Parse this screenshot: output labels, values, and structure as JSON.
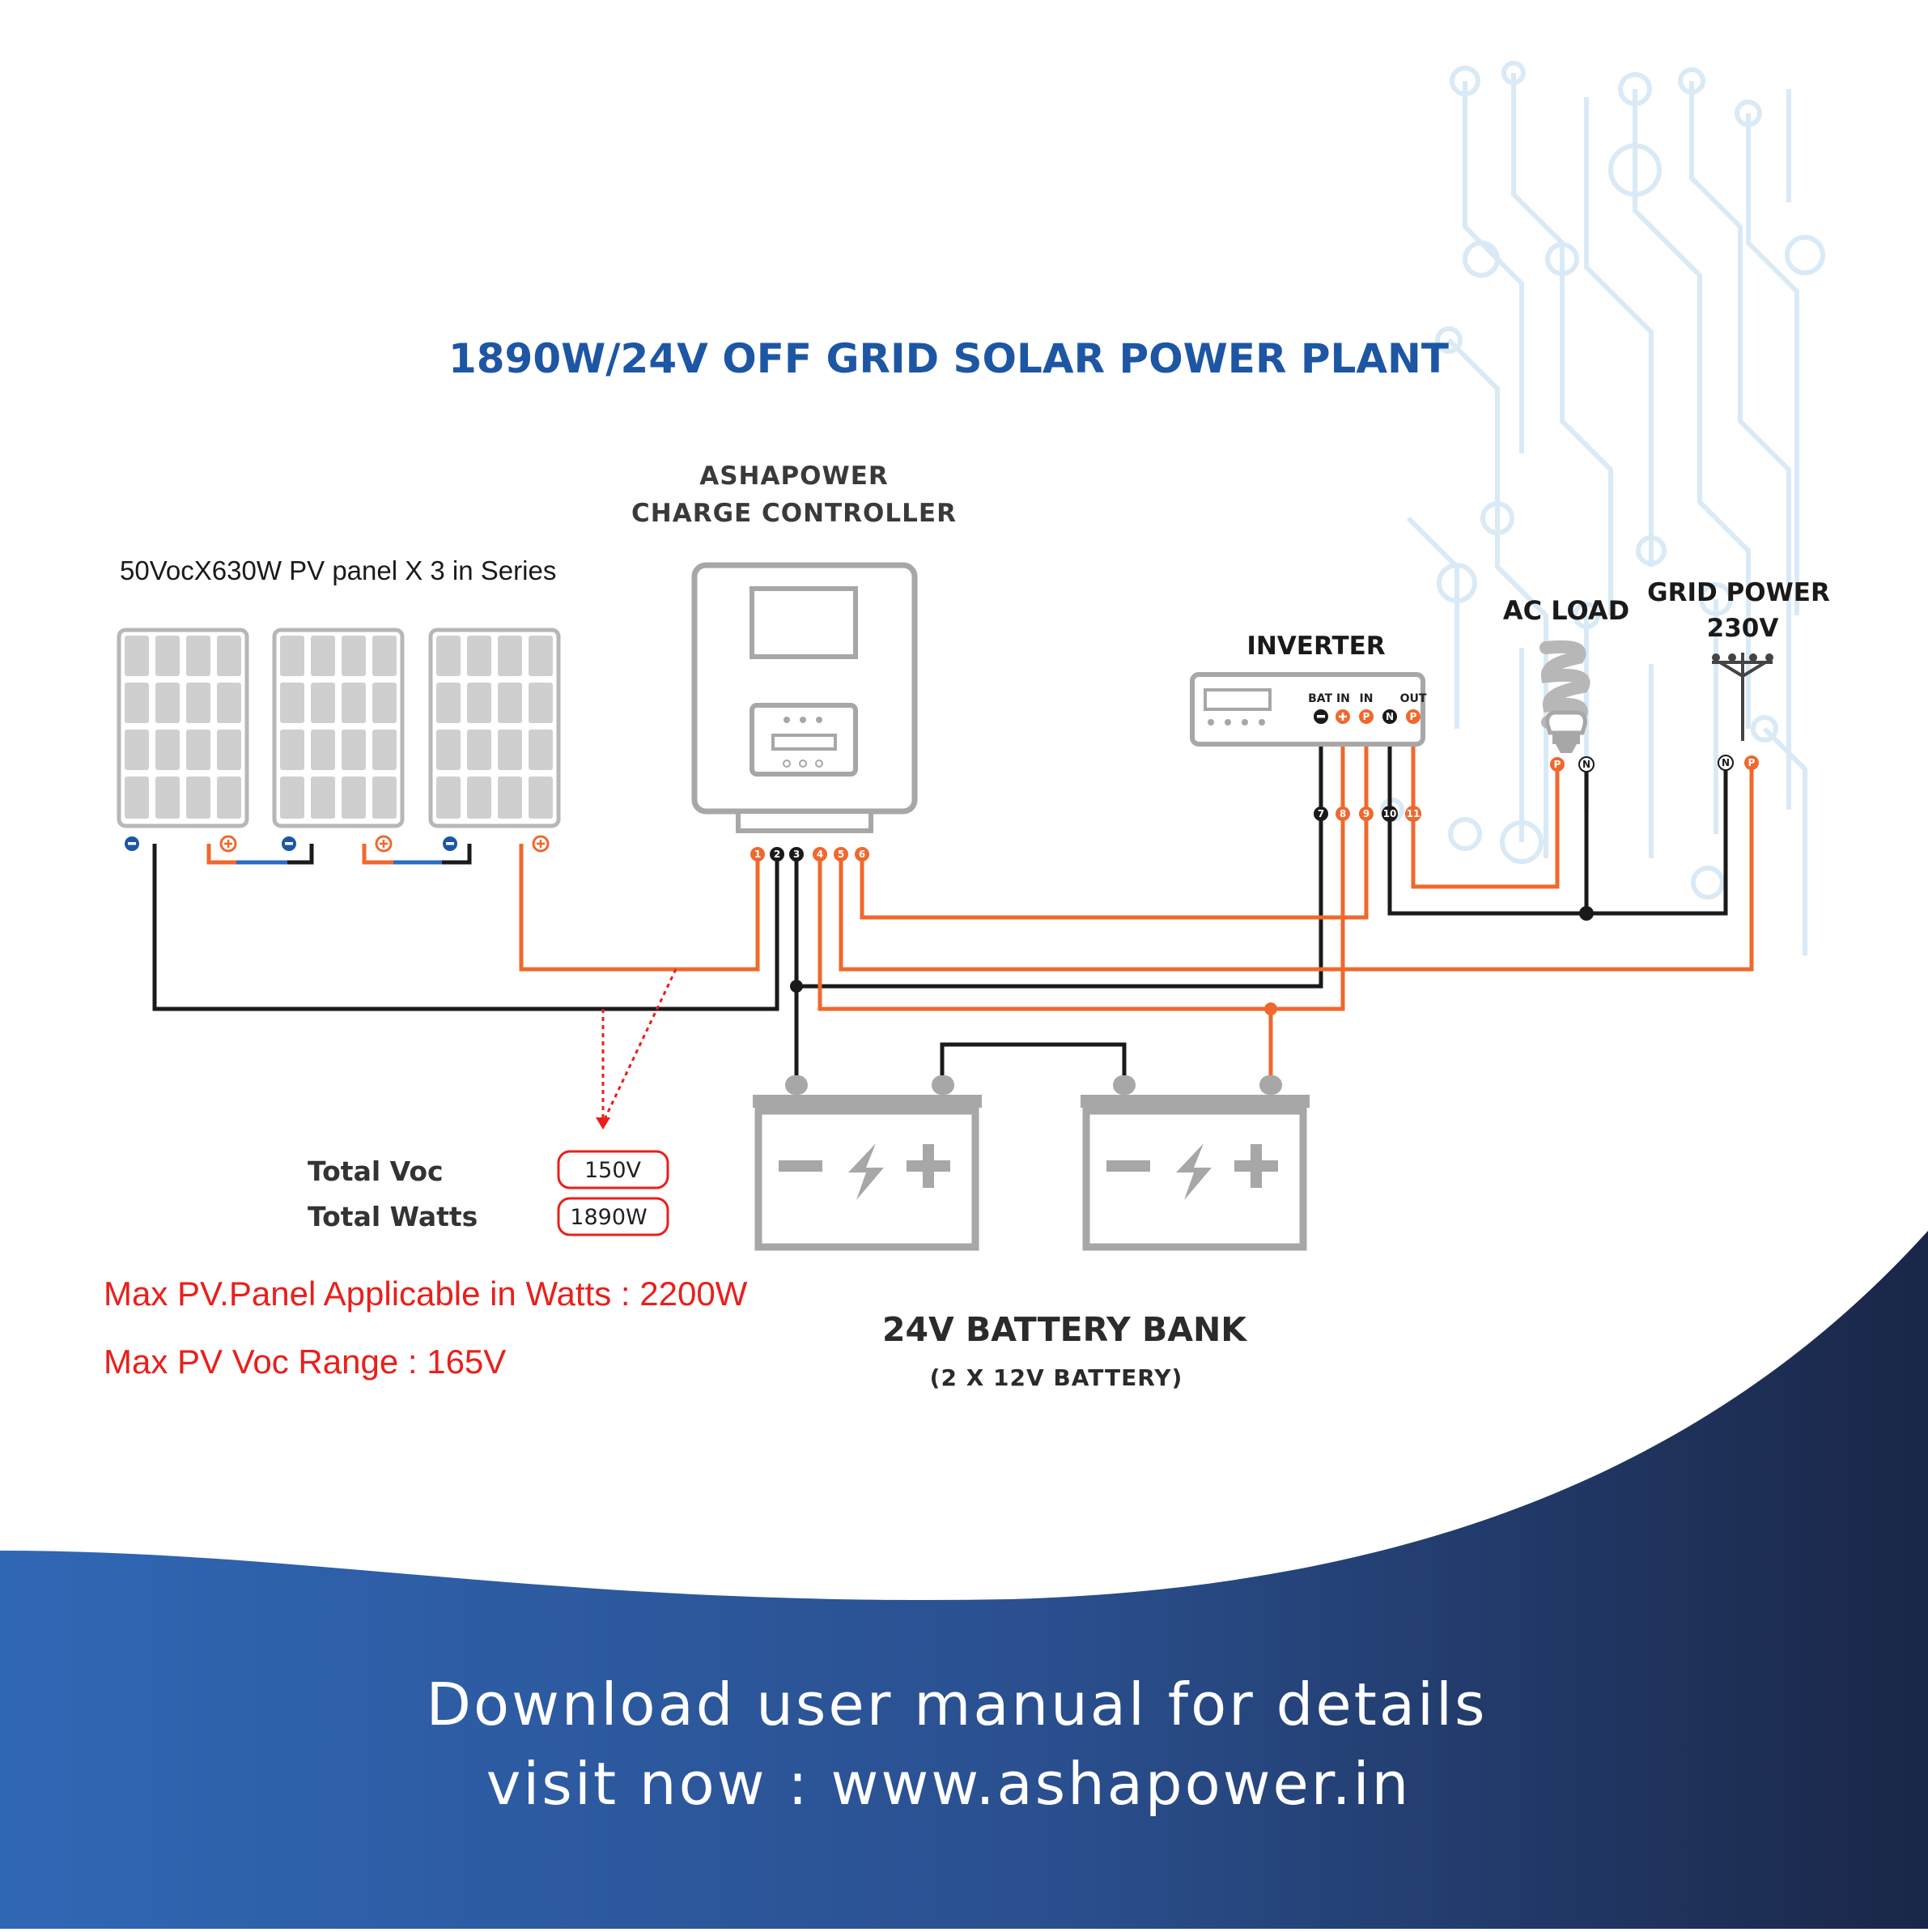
{
  "title": "1890W/24V OFF GRID SOLAR POWER PLANT",
  "controller": {
    "line1": "ASHAPOWER",
    "line2": "CHARGE CONTROLLER"
  },
  "pv_label": "50VocX630W PV panel X 3 in Series",
  "inverter": {
    "label": "INVERTER",
    "bat_in": "BAT IN",
    "in": "IN",
    "out": "OUT"
  },
  "ac_load": "AC LOAD",
  "grid": {
    "line1": "GRID POWER",
    "line2": "230V"
  },
  "totals": {
    "voc_label": "Total Voc",
    "voc_value": "150V",
    "watts_label": "Total Watts",
    "watts_value": "1890W"
  },
  "notes": {
    "max_watts": "Max PV.Panel Applicable in Watts : 2200W",
    "max_voc": "Max PV Voc Range : 165V"
  },
  "battery_bank": {
    "line1": "24V BATTERY BANK",
    "line2": "(2 X 12V BATTERY)"
  },
  "footer": {
    "line1": "Download user manual for details",
    "line2": "visit now : www.ashapower.in"
  },
  "terminals": [
    "1",
    "2",
    "3",
    "4",
    "5",
    "6",
    "7",
    "8",
    "9",
    "10",
    "11"
  ],
  "colors": {
    "title_blue": "#1d56a3",
    "wire_orange": "#f0682c",
    "wire_black": "#1a1a1a",
    "note_red": "#e8201c",
    "navy": "#1c2a52",
    "blue": "#2f66b3",
    "device_gray": "#a7a7a7"
  }
}
